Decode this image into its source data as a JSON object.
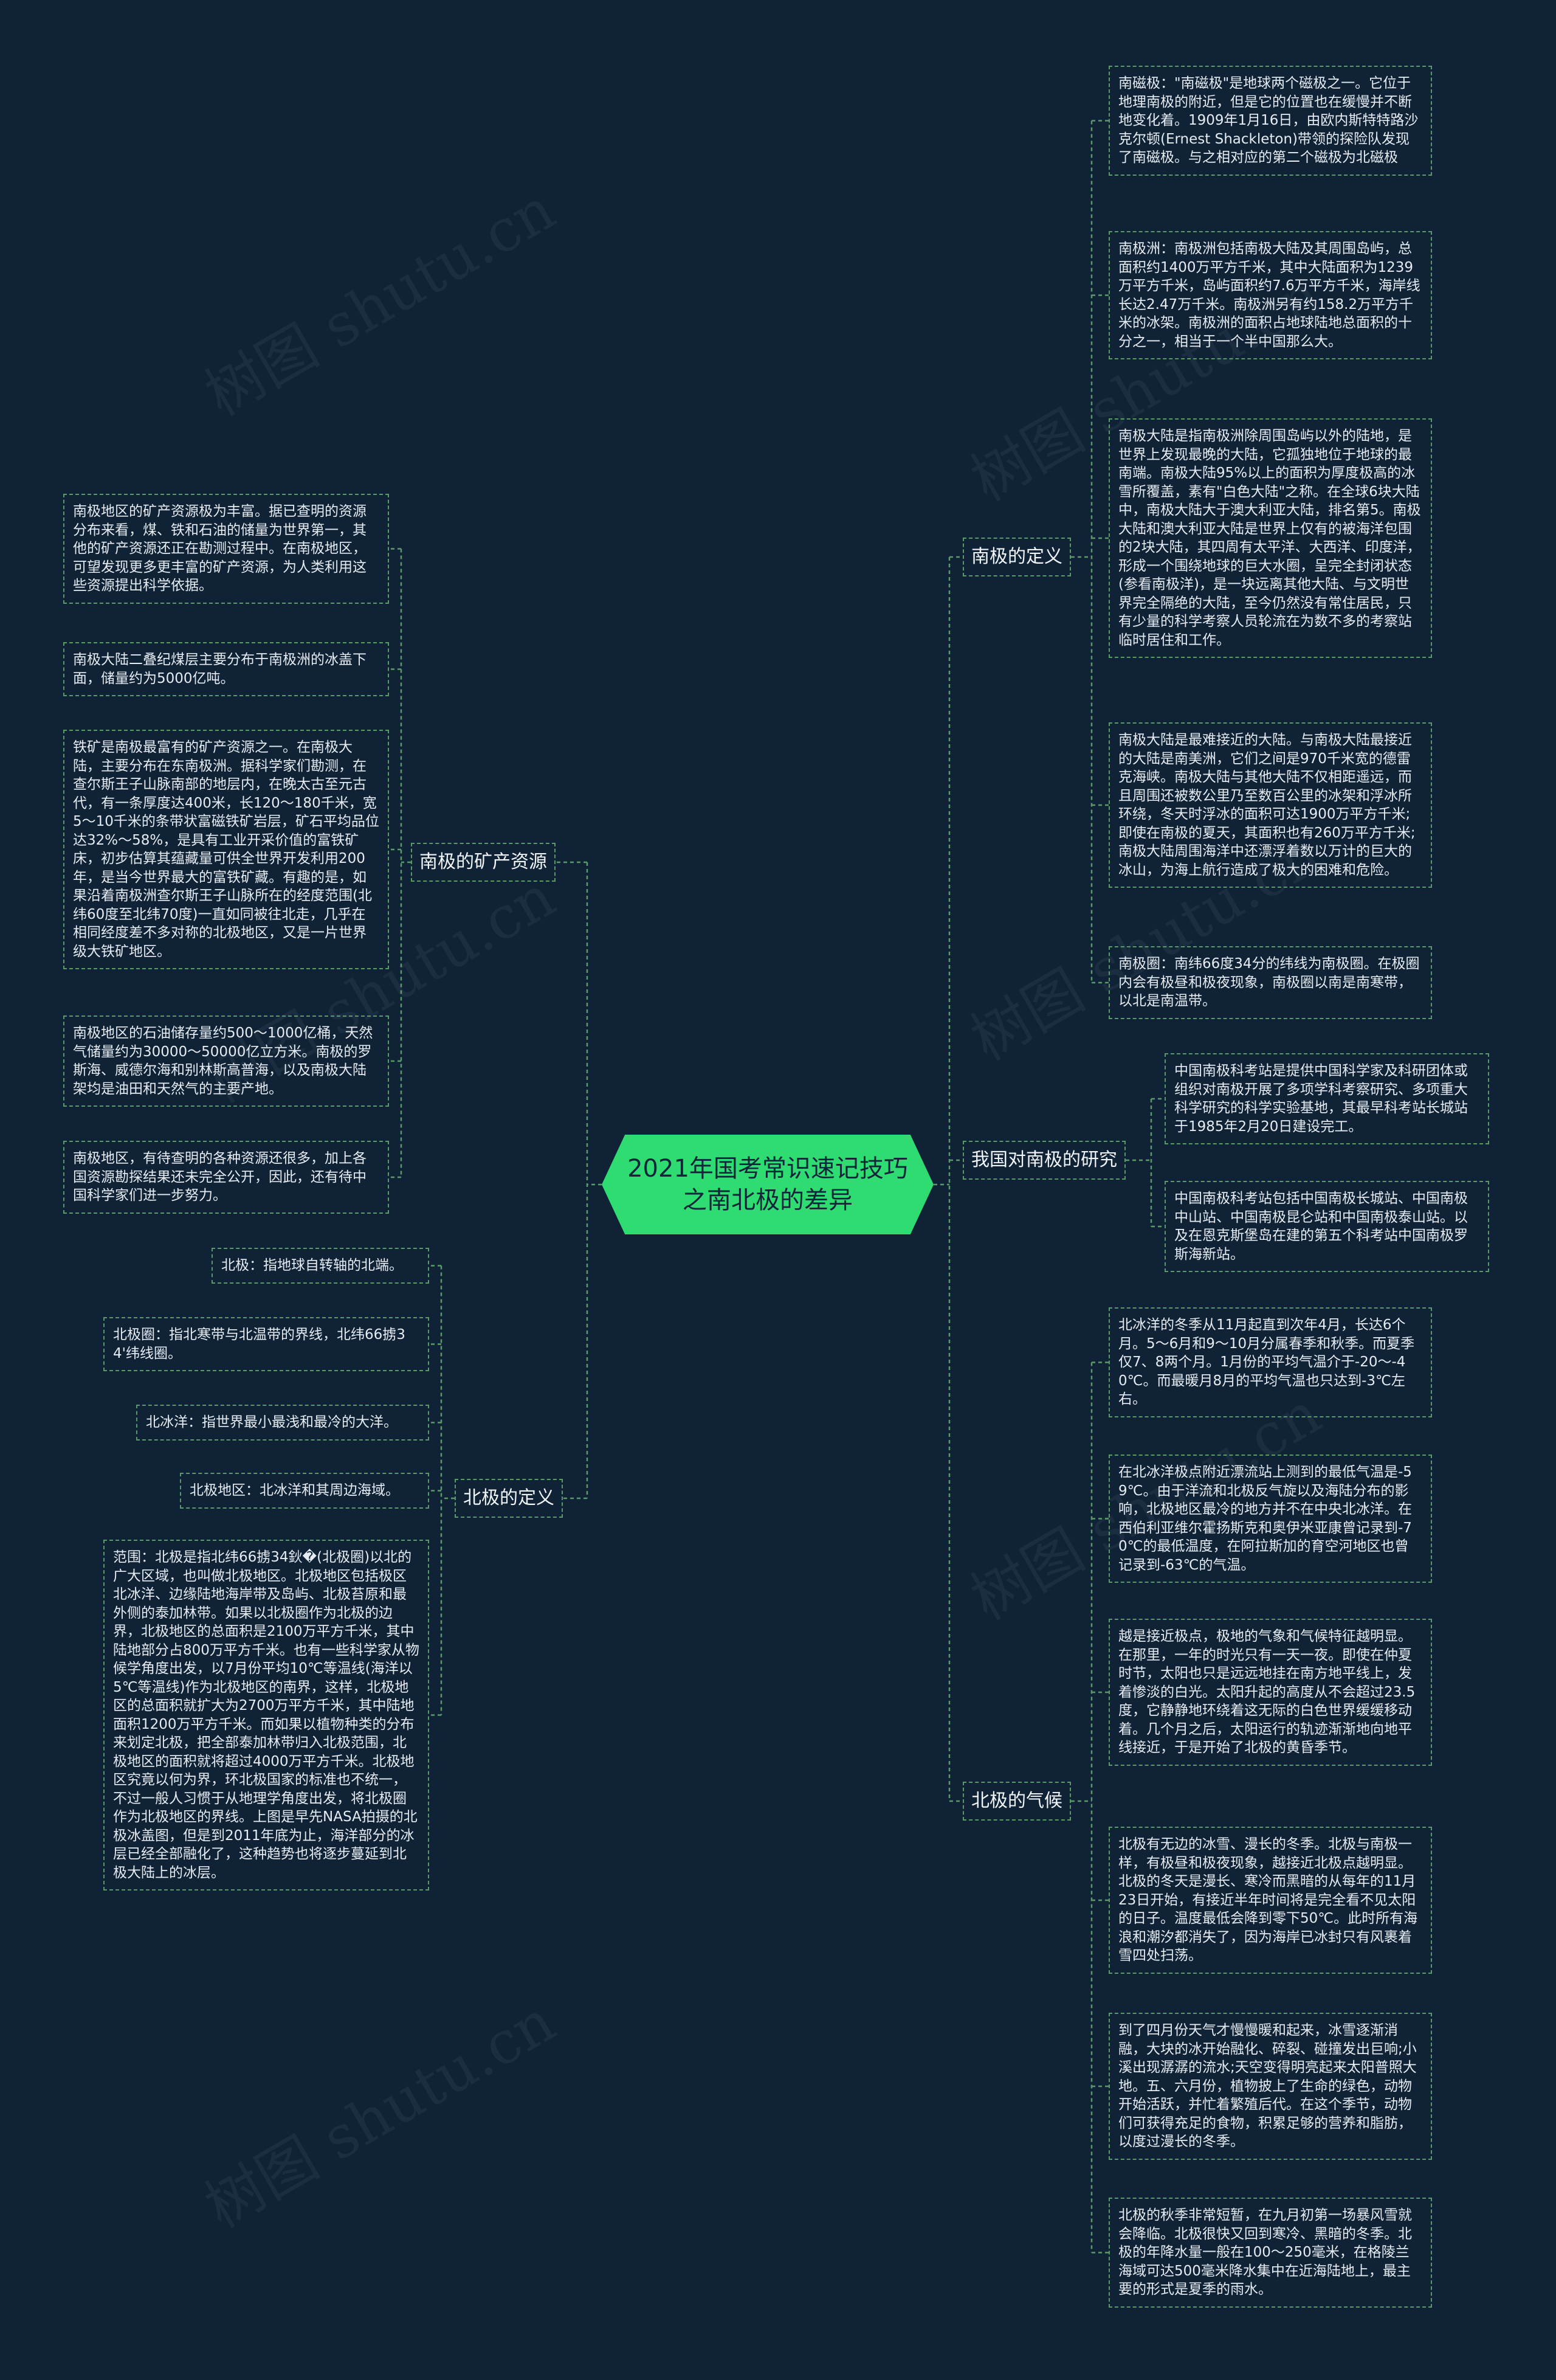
{
  "root": {
    "title": "2021年国考常识速记技巧\n之南北极的差异"
  },
  "watermark": "树图 shutu.cn",
  "branches": {
    "south_def": {
      "label": "南极的定义",
      "items": [
        "南磁极：\"南磁极\"是地球两个磁极之一。它位于地理南极的附近，但是它的位置也在缓慢并不断地变化着。1909年1月16日，由欧内斯特特路沙克尔顿(Ernest Shackleton)带领的探险队发现了南磁极。与之相对应的第二个磁极为北磁极",
        "南极洲：南极洲包括南极大陆及其周围岛屿，总面积约1400万平方千米，其中大陆面积为1239万平方千米，岛屿面积约7.6万平方千米，海岸线长达2.47万千米。南极洲另有约158.2万平方千米的冰架。南极洲的面积占地球陆地总面积的十分之一，相当于一个半中国那么大。",
        "南极大陆是指南极洲除周围岛屿以外的陆地，是世界上发现最晚的大陆，它孤独地位于地球的最南端。南极大陆95%以上的面积为厚度极高的冰雪所覆盖，素有\"白色大陆\"之称。在全球6块大陆中，南极大陆大于澳大利亚大陆，排名第5。南极大陆和澳大利亚大陆是世界上仅有的被海洋包围的2块大陆，其四周有太平洋、大西洋、印度洋，形成一个围绕地球的巨大水圈，呈完全封闭状态(参看南极洋)，是一块远离其他大陆、与文明世界完全隔绝的大陆，至今仍然没有常住居民，只有少量的科学考察人员轮流在为数不多的考察站临时居住和工作。",
        "南极大陆是最难接近的大陆。与南极大陆最接近的大陆是南美洲，它们之间是970千米宽的德雷克海峡。南极大陆与其他大陆不仅相距遥远，而且周围还被数公里乃至数百公里的冰架和浮冰所环绕，冬天时浮冰的面积可达1900万平方千米;即使在南极的夏天，其面积也有260万平方千米;南极大陆周围海洋中还漂浮着数以万计的巨大的冰山，为海上航行造成了极大的困难和危险。",
        "南极圈：南纬66度34分的纬线为南极圈。在极圈内会有极昼和极夜现象，南极圈以南是南寒带，以北是南温带。"
      ]
    },
    "research": {
      "label": "我国对南极的研究",
      "items": [
        "中国南极科考站是提供中国科学家及科研团体或组织对南极开展了多项学科考察研究、多项重大科学研究的科学实验基地，其最早科考站长城站于1985年2月20日建设完工。",
        "中国南极科考站包括中国南极长城站、中国南极中山站、中国南极昆仑站和中国南极泰山站。以及在恩克斯堡岛在建的第五个科考站中国南极罗斯海新站。"
      ]
    },
    "north_climate": {
      "label": "北极的气候",
      "items": [
        "北冰洋的冬季从11月起直到次年4月，长达6个月。5～6月和9～10月分属春季和秋季。而夏季仅7、8两个月。1月份的平均气温介于-20～-40℃。而最暖月8月的平均气温也只达到-3℃左右。",
        "在北冰洋极点附近漂流站上测到的最低气温是-59℃。由于洋流和北极反气旋以及海陆分布的影响，北极地区最冷的地方并不在中央北冰洋。在西伯利亚维尔霍扬斯克和奥伊米亚康曾记录到-70℃的最低温度，在阿拉斯加的育空河地区也曾记录到-63℃的气温。",
        "越是接近极点，极地的气象和气候特征越明显。在那里，一年的时光只有一天一夜。即使在仲夏时节，太阳也只是远远地挂在南方地平线上，发着惨淡的白光。太阳升起的高度从不会超过23.5度，它静静地环绕着这无际的白色世界缓缓移动着。几个月之后，太阳运行的轨迹渐渐地向地平线接近，于是开始了北极的黄昏季节。",
        "北极有无边的冰雪、漫长的冬季。北极与南极一样，有极昼和极夜现象，越接近北极点越明显。北极的冬天是漫长、寒冷而黑暗的从每年的11月23日开始，有接近半年时间将是完全看不见太阳的日子。温度最低会降到零下50℃。此时所有海浪和潮汐都消失了，因为海岸已冰封只有风裹着雪四处扫荡。",
        "到了四月份天气才慢慢暖和起来，冰雪逐渐消融，大块的冰开始融化、碎裂、碰撞发出巨响;小溪出现潺潺的流水;天空变得明亮起来太阳普照大地。五、六月份，植物披上了生命的绿色，动物开始活跃，并忙着繁殖后代。在这个季节，动物们可获得充足的食物，积累足够的营养和脂肪，以度过漫长的冬季。",
        "北极的秋季非常短暂，在九月初第一场暴风雪就会降临。北极很快又回到寒冷、黑暗的冬季。北极的年降水量一般在100～250毫米，在格陵兰海域可达500毫米降水集中在近海陆地上，最主要的形式是夏季的雨水。"
      ]
    },
    "mineral": {
      "label": "南极的矿产资源",
      "items": [
        "南极地区的矿产资源极为丰富。据已查明的资源分布来看，煤、铁和石油的储量为世界第一，其他的矿产资源还正在勘测过程中。在南极地区，可望发现更多更丰富的矿产资源，为人类利用这些资源提出科学依据。",
        "南极大陆二叠纪煤层主要分布于南极洲的冰盖下面，储量约为5000亿吨。",
        "铁矿是南极最富有的矿产资源之一。在南极大陆，主要分布在东南极洲。据科学家们勘测，在查尔斯王子山脉南部的地层内，在晚太古至元古代，有一条厚度达400米，长120～180千米，宽5～10千米的条带状富磁铁矿岩层，矿石平均品位达32%～58%，是具有工业开采价值的富铁矿床，初步估算其蕴藏量可供全世界开发利用200年，是当今世界最大的富铁矿藏。有趣的是，如果沿着南极洲查尔斯王子山脉所在的经度范围(北纬60度至北纬70度)一直如同被往北走，几乎在相同经度差不多对称的北极地区，又是一片世界级大铁矿地区。",
        "南极地区的石油储存量约500～1000亿桶，天然气储量约为30000～50000亿立方米。南极的罗斯海、威德尔海和别林斯高普海，以及南极大陆架均是油田和天然气的主要产地。",
        "南极地区，有待查明的各种资源还很多，加上各国资源勘探结果还未完全公开，因此，还有待中国科学家们进一步努力。"
      ]
    },
    "north_def": {
      "label": "北极的定义",
      "items": [
        "北极：指地球自转轴的北端。",
        "北极圈：指北寒带与北温带的界线，北纬66掳34'纬线圈。",
        "北冰洋：指世界最小最浅和最冷的大洋。",
        "北极地区：北冰洋和其周边海域。",
        "范围：北极是指北纬66掳34鈥�(北极圈)以北的广大区域，也叫做北极地区。北极地区包括极区北冰洋、边缘陆地海岸带及岛屿、北极苔原和最外侧的泰加林带。如果以北极圈作为北极的边界，北极地区的总面积是2100万平方千米，其中陆地部分占800万平方千米。也有一些科学家从物候学角度出发，以7月份平均10℃等温线(海洋以5℃等温线)作为北极地区的南界，这样，北极地区的总面积就扩大为2700万平方千米，其中陆地面积1200万平方千米。而如果以植物种类的分布来划定北极，把全部泰加林带归入北极范围，北极地区的面积就将超过4000万平方千米。北极地区究竟以何为界，环北极国家的标准也不统一，不过一般人习惯于从地理学角度出发，将北极圈作为北极地区的界线。上图是早先NASA拍摄的北极冰盖图，但是到2011年底为止，海洋部分的冰层已经全部融化了，这种趋势也将逐步蔓延到北极大陆上的冰层。"
      ]
    }
  },
  "colors": {
    "background": "#0f2236",
    "root": "#2fdc72",
    "line": "#5a9a68",
    "text": "#e6ecf2"
  }
}
